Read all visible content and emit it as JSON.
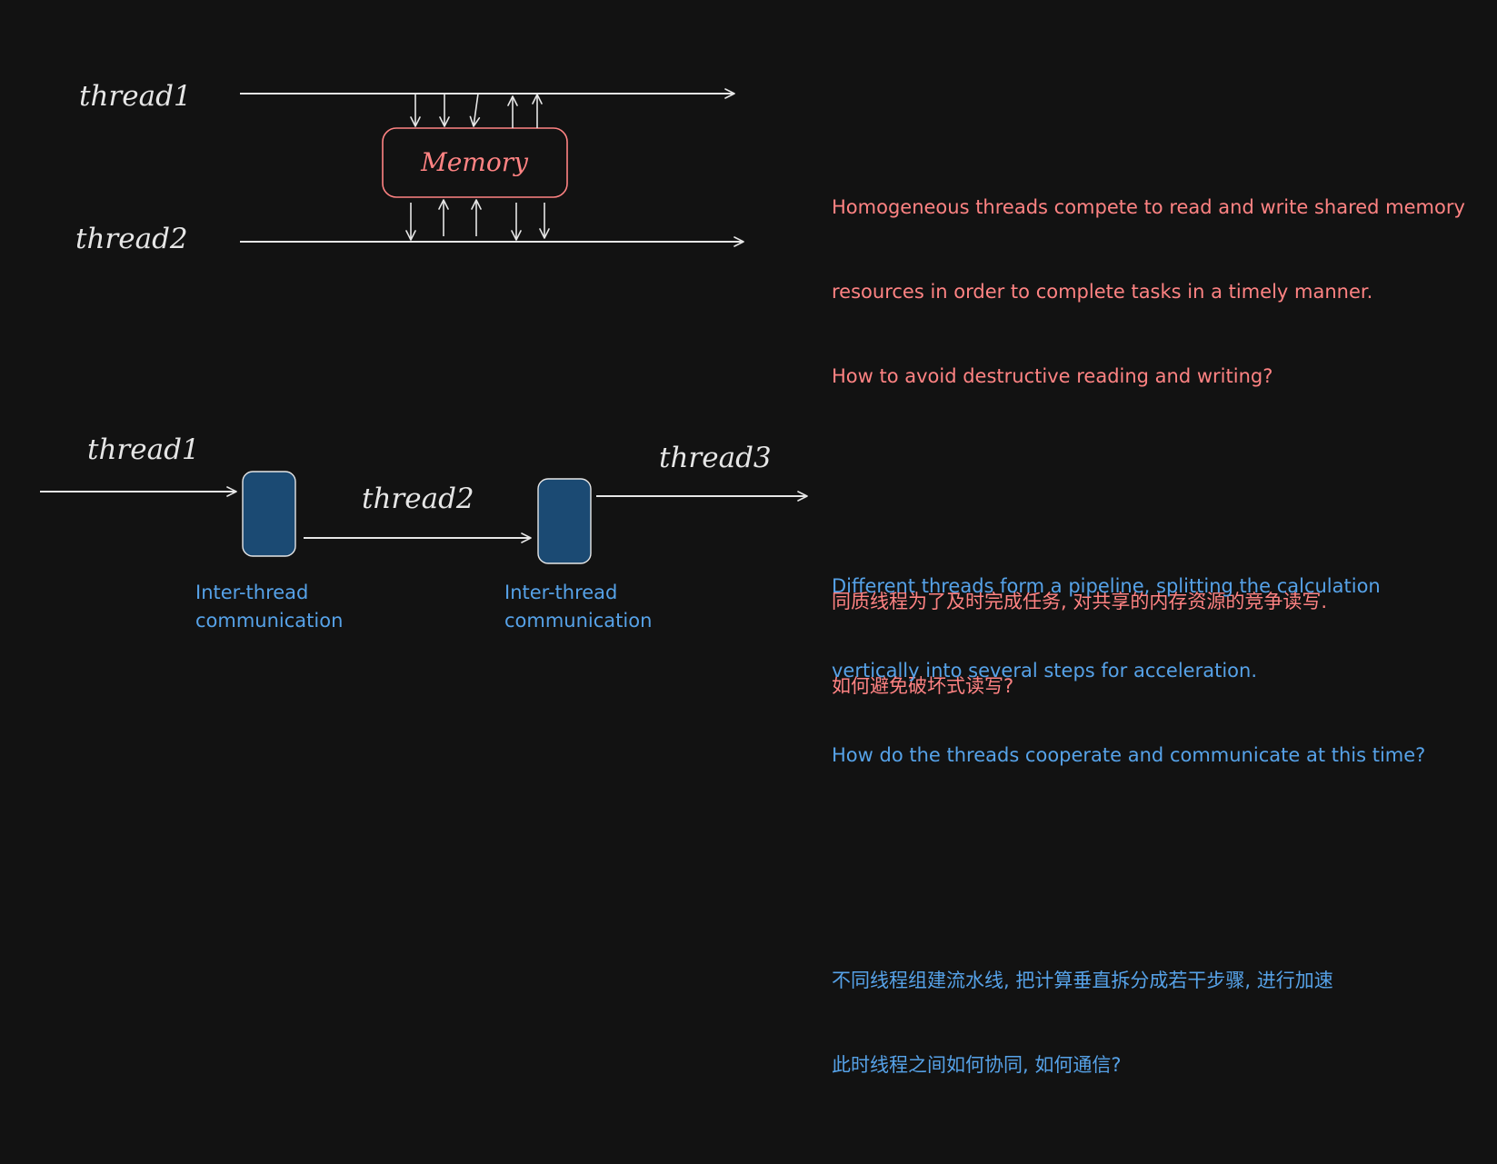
{
  "top_diagram": {
    "thread1_label": "thread1",
    "thread2_label": "thread2",
    "memory_label": "Memory",
    "colors": {
      "line": "#e6e6e6",
      "memory_border": "#ff8383",
      "memory_text": "#ff8383"
    }
  },
  "bottom_diagram": {
    "thread1_label": "thread1",
    "thread2_label": "thread2",
    "thread3_label": "thread3",
    "comm_label_1": "Inter-thread communication",
    "comm_label_2": "Inter-thread communication",
    "colors": {
      "line": "#e6e6e6",
      "box_fill": "#1b4a73",
      "box_border": "#e6e6e6",
      "label": "#56a2e8"
    }
  },
  "top_description": {
    "english": [
      "Homogeneous threads compete to read and write shared memory",
      "resources in order to complete tasks in a timely manner.",
      "How to avoid destructive reading and writing?"
    ],
    "chinese": [
      "同质线程为了及时完成任务, 对共享的内存资源的竞争读写.",
      "如何避免破坏式读写?"
    ],
    "color": "#ff8383"
  },
  "bottom_description": {
    "english": [
      "Different threads form a pipeline, splitting the calculation",
      "vertically into several steps for acceleration.",
      "How do the threads cooperate and communicate at this time?"
    ],
    "chinese": [
      "不同线程组建流水线, 把计算垂直拆分成若干步骤, 进行加速",
      "此时线程之间如何协同, 如何通信?"
    ],
    "color": "#56a2e8"
  }
}
